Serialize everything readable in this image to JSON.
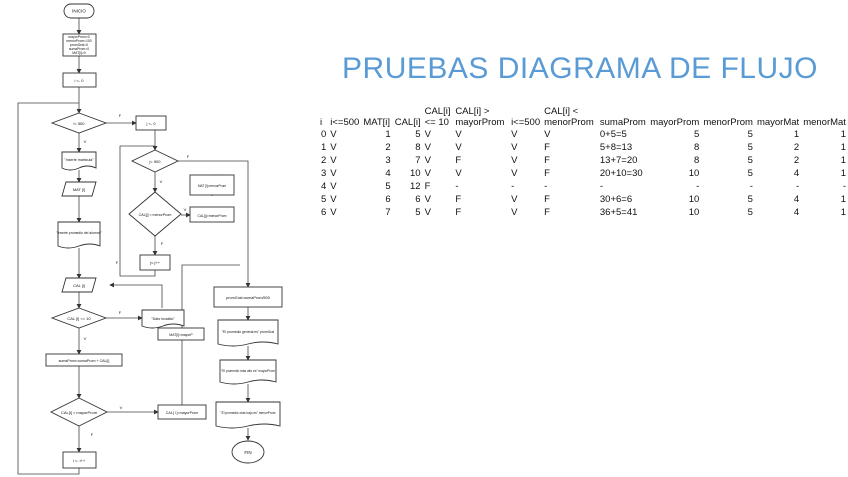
{
  "title": "PRUEBAS DIAGRAMA DE FLUJO",
  "flowchart": {
    "start": "INICIO",
    "init_lines": [
      "mayorProm=0",
      "menorProm=100",
      "promGral=0",
      "sumaProm=0",
      "MAT[i]=0"
    ],
    "assign_i": "i <- 0",
    "cond_outer": "i< 500",
    "label_f": "F",
    "label_v": "V",
    "prompt_matricula": "\"Inserte matricula\"",
    "read_mat": "MAT [i]",
    "prompt_promedio": "\"Inserte promedio del alumno\"",
    "read_cal": "CAL [i]",
    "cond_valid": "CAL [i] <= 10",
    "msg_invalid": "\"Dato invalido\"",
    "sum_step": "sumaProm=sumaProm + CAL[i]",
    "cond_mayor": "CAL[i] > mayorProm",
    "assign_mayor": "CAL[ i ]=mayorProm",
    "inc_i": "i <- i++",
    "store_mat_mayor": "MAT[i]=mayorP",
    "assign_j": "j <- 0",
    "cond_inner": "j< 500",
    "store_mat_menor": "MAT [i]=menorProm",
    "cond_menor": "CAL[j] < menorProm",
    "assign_menor": "CAL[j]=menorProm",
    "inc_j": "j<-j++",
    "prom_step": "promGral=sumaProm/500",
    "out_general": "\"El promedio general es\" promGral",
    "out_mayor": "\"El promedio más alto es\" mayorProm",
    "out_menor": "\"El promedio más bajo es\" menorProm",
    "end": "FIN"
  },
  "table": {
    "headers": [
      "i",
      "i<=500",
      "MAT[i]",
      "CAL[i]",
      "CAL[i]<= 10",
      "CAL[i] > mayorProm",
      "i<=500",
      "CAL[i] < menorProm",
      "sumaProm",
      "mayorProm",
      "menorProm",
      "mayorMat",
      "menorMat"
    ],
    "rows": [
      [
        "0",
        "V",
        "1",
        "5",
        "V",
        "V",
        "V",
        "V",
        "0+5=5",
        "5",
        "5",
        "1",
        "1"
      ],
      [
        "1",
        "V",
        "2",
        "8",
        "V",
        "V",
        "V",
        "F",
        "5+8=13",
        "8",
        "5",
        "2",
        "1"
      ],
      [
        "2",
        "V",
        "3",
        "7",
        "V",
        "F",
        "V",
        "F",
        "13+7=20",
        "8",
        "5",
        "2",
        "1"
      ],
      [
        "3",
        "V",
        "4",
        "10",
        "V",
        "V",
        "V",
        "F",
        "20+10=30",
        "10",
        "5",
        "4",
        "1"
      ],
      [
        "4",
        "V",
        "5",
        "12",
        "F",
        "-",
        "-",
        "-",
        "-",
        "-",
        "-",
        "-",
        "-"
      ],
      [
        "5",
        "V",
        "6",
        "6",
        "V",
        "F",
        "V",
        "F",
        "30+6=6",
        "10",
        "5",
        "4",
        "1"
      ],
      [
        "6",
        "V",
        "7",
        "5",
        "V",
        "F",
        "V",
        "F",
        "36+5=41",
        "10",
        "5",
        "4",
        "1"
      ]
    ]
  }
}
